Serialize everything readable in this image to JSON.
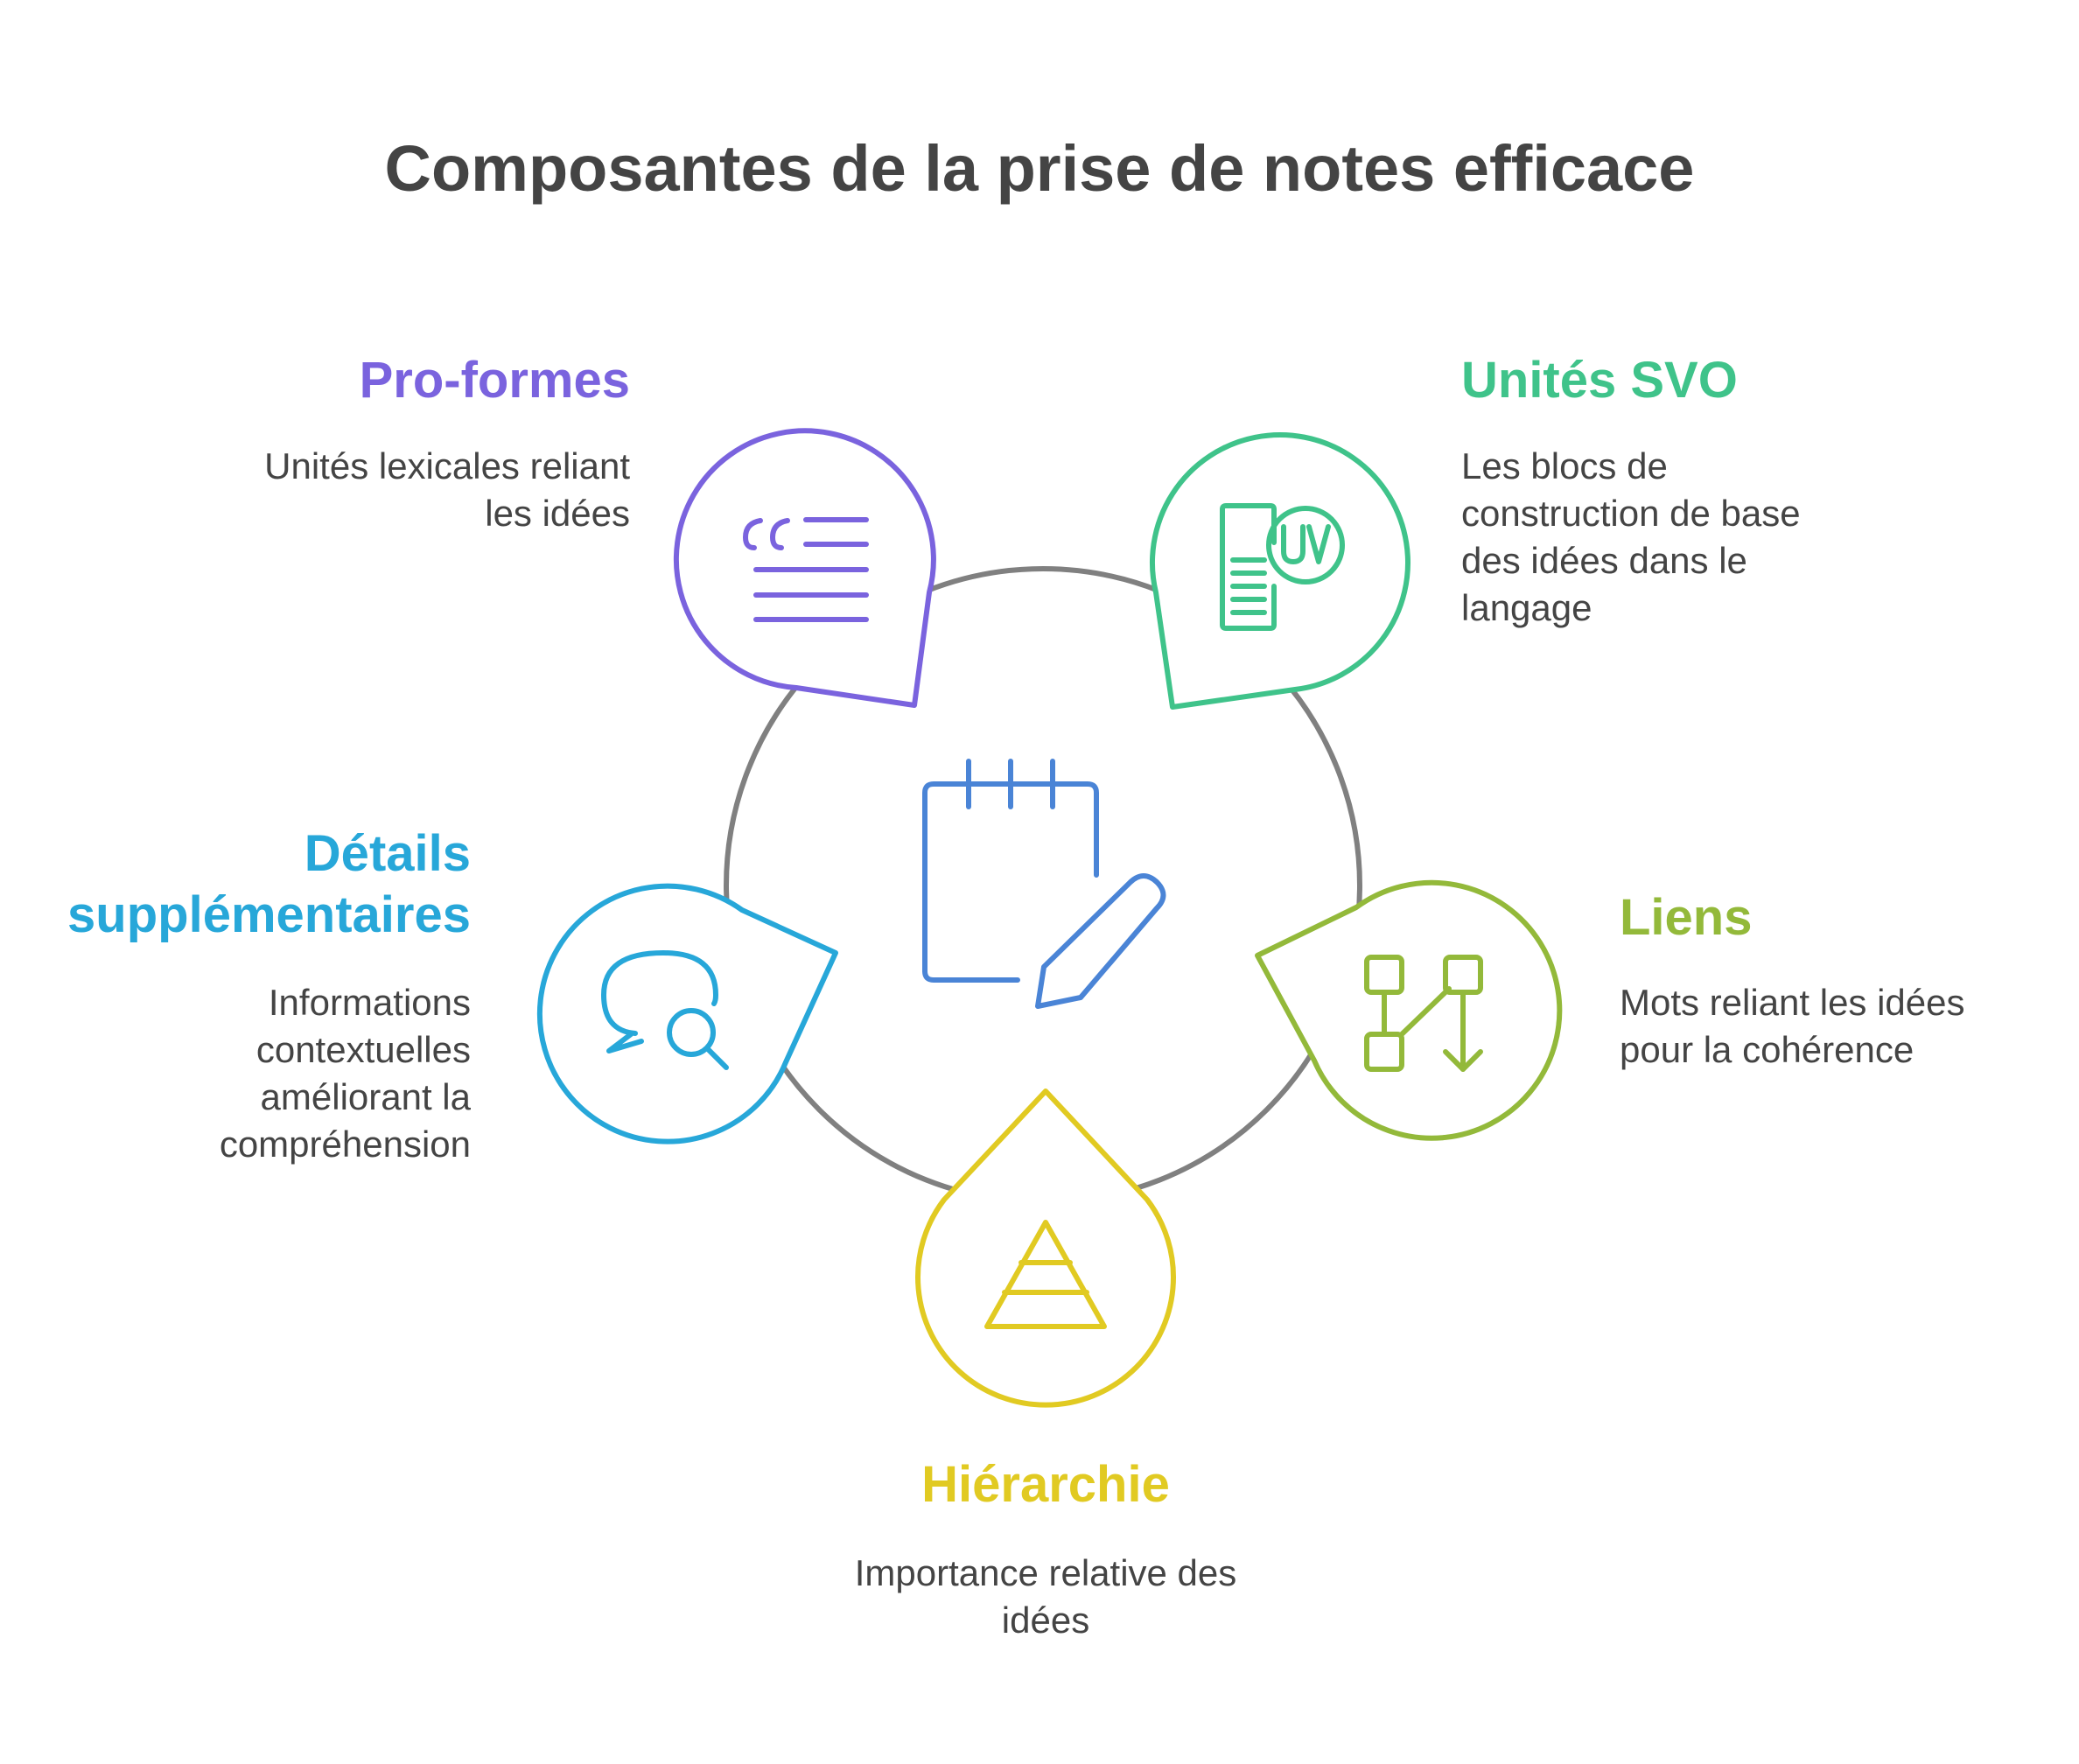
{
  "title": "Composantes de la prise de notes efficace",
  "colors": {
    "ring": "#808080",
    "center_icon": "#4A84D6",
    "pro_formes": "#7A63DE",
    "unites_svo": "#3FC38A",
    "liens": "#93B93A",
    "hierarchie": "#E1CA22",
    "details": "#27A7D9"
  },
  "center": {
    "icon": "notepad-pencil-icon"
  },
  "items": [
    {
      "key": "pro_formes",
      "heading": "Pro-formes",
      "icon": "quote-text-icon",
      "lines": [
        "Unités lexicales reliant",
        "les idées"
      ]
    },
    {
      "key": "unites_svo",
      "heading": "Unités SVO",
      "icon": "document-uv-icon",
      "lines": [
        "Les blocs de",
        "construction de base",
        "des idées dans le",
        "langage"
      ]
    },
    {
      "key": "liens",
      "heading": "Liens",
      "icon": "flow-connection-icon",
      "lines": [
        "Mots reliant les idées",
        "pour la cohérence"
      ]
    },
    {
      "key": "hierarchie",
      "heading": "Hiérarchie",
      "icon": "pyramid-icon",
      "lines": [
        "Importance relative des",
        "idées"
      ]
    },
    {
      "key": "details",
      "heading_lines": [
        "Détails",
        "supplémentaires"
      ],
      "icon": "chat-search-icon",
      "lines": [
        "Informations",
        "contextuelles",
        "améliorant la",
        "compréhension"
      ]
    }
  ]
}
